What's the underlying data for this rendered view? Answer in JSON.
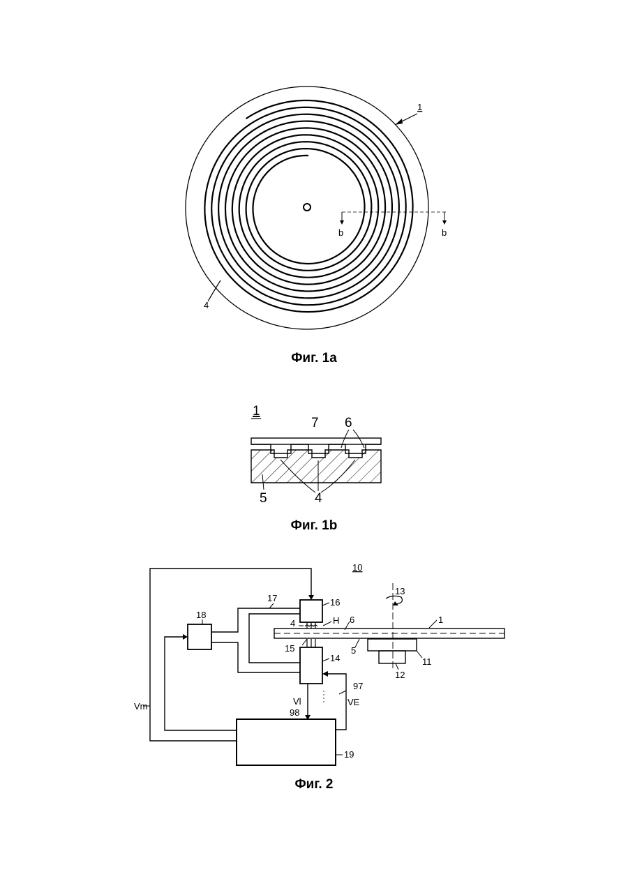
{
  "figures": {
    "fig1a": {
      "caption": "Фиг. 1а",
      "labels": {
        "disc": "1",
        "groove": "4",
        "section_left": "b",
        "section_right": "b"
      }
    },
    "fig1b": {
      "caption": "Фиг. 1b",
      "labels": {
        "disc": "1",
        "layer": "7",
        "grooves_top": "6",
        "substrate": "5",
        "grooves": "4"
      }
    },
    "fig2": {
      "caption": "Фиг. 2",
      "labels": {
        "system": "10",
        "disc": "1",
        "axis": "13",
        "unit16": "16",
        "line17": "17",
        "unit18": "18",
        "groove": "4",
        "h": "H",
        "layer6": "6",
        "substrate5": "5",
        "chuck11": "11",
        "spindle12": "12",
        "element15": "15",
        "unit14": "14",
        "line97": "97",
        "vl": "Vl",
        "ve": "VE",
        "vm": "Vm",
        "node98": "98",
        "unit19": "19"
      }
    }
  }
}
